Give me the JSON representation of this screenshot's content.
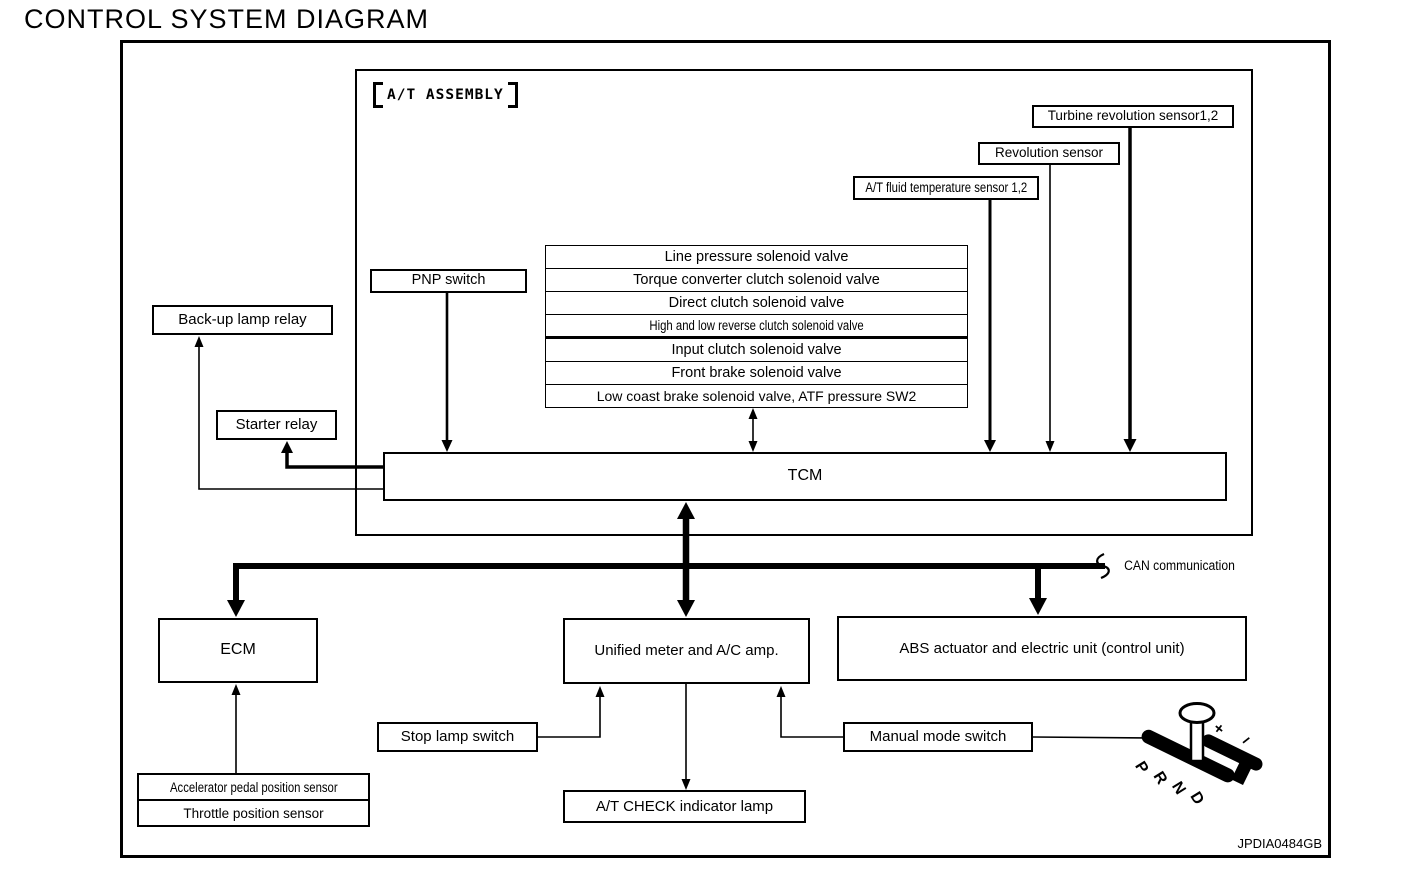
{
  "title": "CONTROL SYSTEM DIAGRAM",
  "figure_code": "JPDIA0484GB",
  "assembly": {
    "label": "A/T ASSEMBLY",
    "pnp_switch": "PNP switch",
    "sensors": {
      "turbine": "Turbine revolution sensor1,2",
      "revolution": "Revolution sensor",
      "fluid_temp": "A/T fluid temperature sensor 1,2"
    },
    "solenoid_rows": [
      "Line pressure solenoid valve",
      "Torque converter clutch solenoid valve",
      "Direct clutch solenoid valve",
      "High and low reverse clutch solenoid valve",
      "Input clutch solenoid valve",
      "Front brake solenoid valve",
      "Low coast brake solenoid valve, ATF pressure SW2"
    ],
    "tcm": "TCM"
  },
  "left_units": {
    "backup_lamp_relay": "Back-up lamp relay",
    "starter_relay": "Starter relay"
  },
  "bus": {
    "label": "CAN communication"
  },
  "bottom_units": {
    "ecm": "ECM",
    "unified_meter": "Unified meter and A/C amp.",
    "abs": "ABS actuator and electric unit (control unit)",
    "stop_lamp_switch": "Stop lamp switch",
    "manual_mode_switch": "Manual mode switch",
    "at_check_lamp": "A/T CHECK indicator lamp",
    "pedal_rows": [
      "Accelerator pedal position sensor",
      "Throttle position sensor"
    ]
  },
  "lever": {
    "positions": [
      "P",
      "R",
      "N",
      "D"
    ],
    "plus": "+",
    "minus": "−"
  }
}
